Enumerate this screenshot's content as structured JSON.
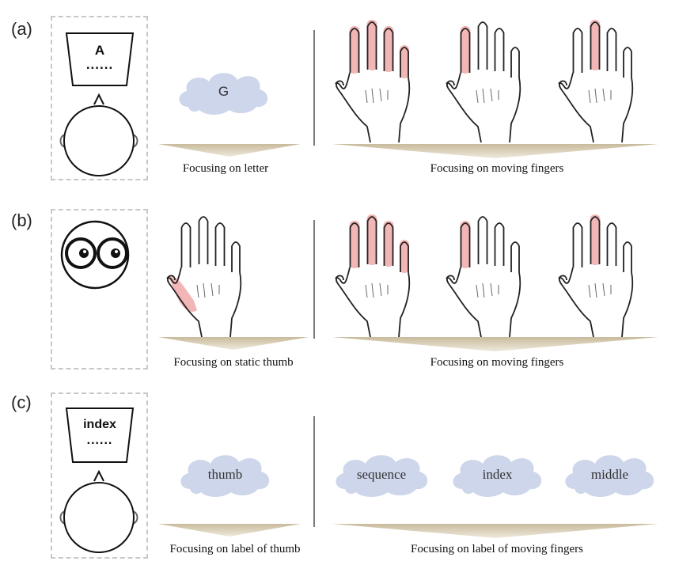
{
  "panels": {
    "a": {
      "letter": "(a)",
      "monitor_text": "A",
      "monitor_dots": "......",
      "cloud_text": "G",
      "caption_left": "Focusing on letter",
      "caption_right": "Focusing on moving fingers"
    },
    "b": {
      "letter": "(b)",
      "caption_left": "Focusing on static thumb",
      "caption_right": "Focusing on moving fingers"
    },
    "c": {
      "letter": "(c)",
      "monitor_text": "index",
      "monitor_dots": "......",
      "cloud_left": "thumb",
      "cloud_1": "sequence",
      "cloud_2": "index",
      "cloud_3": "middle",
      "caption_left": "Focusing on label of thumb",
      "caption_right": "Focusing on label of moving fingers"
    }
  },
  "colors": {
    "highlight": "#f2b6b6",
    "cloud": "#cdd6ea",
    "wedge": "#cfc2a6",
    "border": "#c8c8c8"
  }
}
